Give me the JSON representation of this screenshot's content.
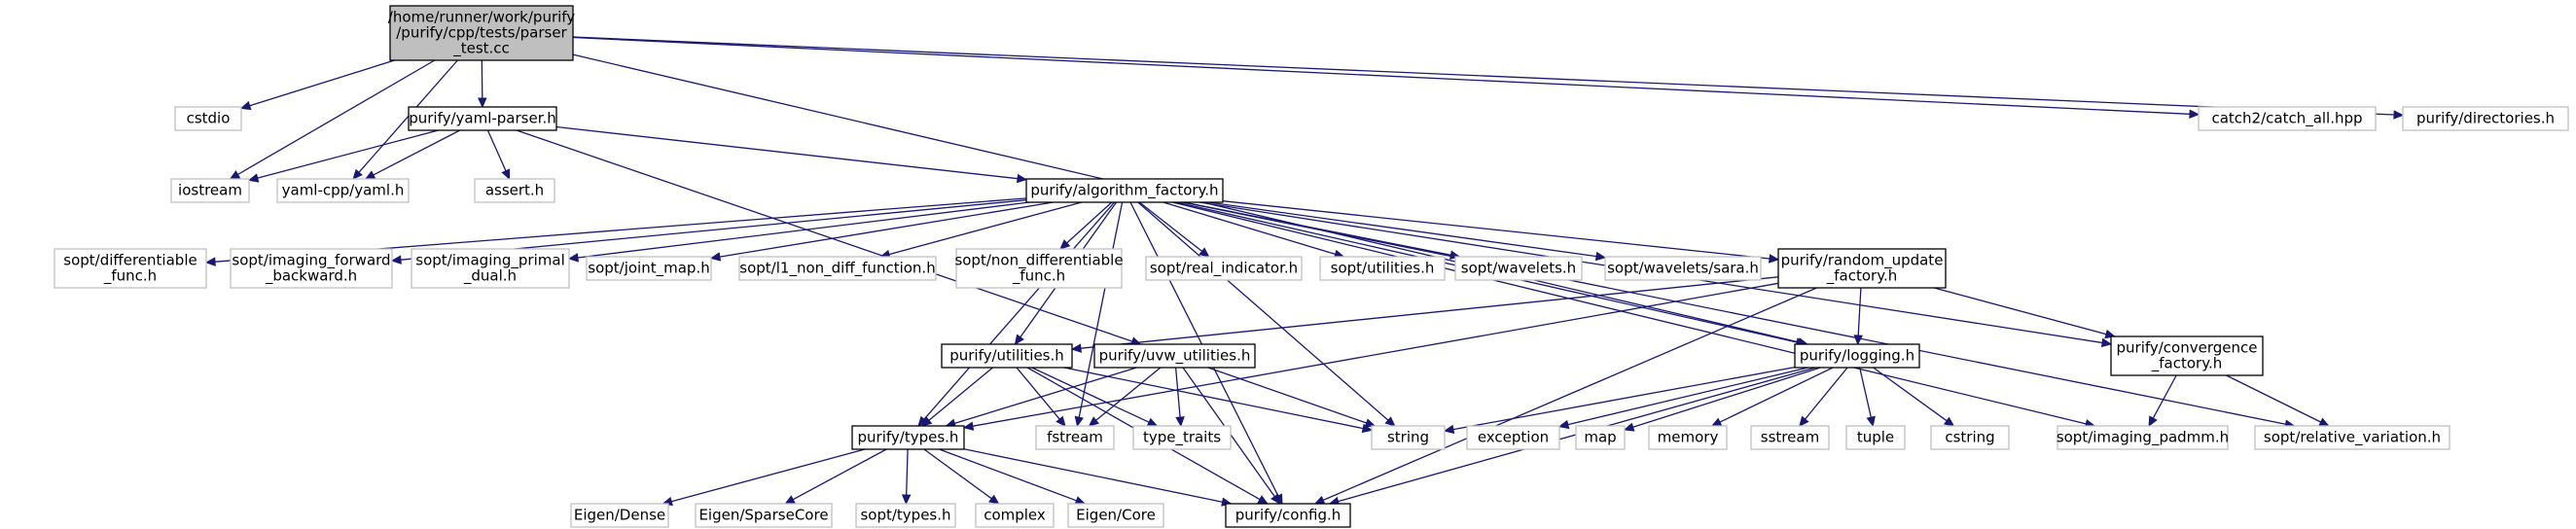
{
  "colors": {
    "edge": "#191970",
    "node_border_documented": "#000000",
    "node_border_external": "#bfbfbf",
    "root_fill": "#bfbfbf",
    "node_fill": "#ffffff"
  },
  "nodes": {
    "root": {
      "lines": [
        "/home/runner/work/purify",
        "/purify/cpp/tests/parser",
        "_test.cc"
      ],
      "kind": "root"
    },
    "cstdio": {
      "lines": [
        "cstdio"
      ],
      "kind": "external"
    },
    "yaml_parser": {
      "lines": [
        "purify/yaml-parser.h"
      ],
      "kind": "documented"
    },
    "catch2": {
      "lines": [
        "catch2/catch_all.hpp"
      ],
      "kind": "external"
    },
    "directories": {
      "lines": [
        "purify/directories.h"
      ],
      "kind": "external"
    },
    "iostream": {
      "lines": [
        "iostream"
      ],
      "kind": "external"
    },
    "yaml_cpp": {
      "lines": [
        "yaml-cpp/yaml.h"
      ],
      "kind": "external"
    },
    "assert": {
      "lines": [
        "assert.h"
      ],
      "kind": "external"
    },
    "algorithm_factory": {
      "lines": [
        "purify/algorithm_factory.h"
      ],
      "kind": "documented"
    },
    "sopt_differentiable": {
      "lines": [
        "sopt/differentiable",
        "_func.h"
      ],
      "kind": "external"
    },
    "sopt_imaging_forward": {
      "lines": [
        "sopt/imaging_forward",
        "_backward.h"
      ],
      "kind": "external"
    },
    "sopt_imaging_primal": {
      "lines": [
        "sopt/imaging_primal",
        "_dual.h"
      ],
      "kind": "external"
    },
    "sopt_joint_map": {
      "lines": [
        "sopt/joint_map.h"
      ],
      "kind": "external"
    },
    "sopt_l1": {
      "lines": [
        "sopt/l1_non_diff_function.h"
      ],
      "kind": "external"
    },
    "sopt_non_diff": {
      "lines": [
        "sopt/non_differentiable",
        "_func.h"
      ],
      "kind": "external"
    },
    "sopt_real_indicator": {
      "lines": [
        "sopt/real_indicator.h"
      ],
      "kind": "external"
    },
    "sopt_utilities": {
      "lines": [
        "sopt/utilities.h"
      ],
      "kind": "external"
    },
    "sopt_wavelets": {
      "lines": [
        "sopt/wavelets.h"
      ],
      "kind": "external"
    },
    "sopt_wavelets_sara": {
      "lines": [
        "sopt/wavelets/sara.h"
      ],
      "kind": "external"
    },
    "random_update": {
      "lines": [
        "purify/random_update",
        "_factory.h"
      ],
      "kind": "documented"
    },
    "utilities": {
      "lines": [
        "purify/utilities.h"
      ],
      "kind": "documented"
    },
    "uvw_utilities": {
      "lines": [
        "purify/uvw_utilities.h"
      ],
      "kind": "documented"
    },
    "logging": {
      "lines": [
        "purify/logging.h"
      ],
      "kind": "documented"
    },
    "convergence": {
      "lines": [
        "purify/convergence",
        "_factory.h"
      ],
      "kind": "documented"
    },
    "types": {
      "lines": [
        "purify/types.h"
      ],
      "kind": "documented"
    },
    "fstream": {
      "lines": [
        "fstream"
      ],
      "kind": "external"
    },
    "type_traits": {
      "lines": [
        "type_traits"
      ],
      "kind": "external"
    },
    "string": {
      "lines": [
        "string"
      ],
      "kind": "external"
    },
    "exception": {
      "lines": [
        "exception"
      ],
      "kind": "external"
    },
    "map": {
      "lines": [
        "map"
      ],
      "kind": "external"
    },
    "memory": {
      "lines": [
        "memory"
      ],
      "kind": "external"
    },
    "sstream": {
      "lines": [
        "sstream"
      ],
      "kind": "external"
    },
    "tuple": {
      "lines": [
        "tuple"
      ],
      "kind": "external"
    },
    "cstring": {
      "lines": [
        "cstring"
      ],
      "kind": "external"
    },
    "sopt_imaging_padmm": {
      "lines": [
        "sopt/imaging_padmm.h"
      ],
      "kind": "external"
    },
    "sopt_relative_variation": {
      "lines": [
        "sopt/relative_variation.h"
      ],
      "kind": "external"
    },
    "eigen_dense": {
      "lines": [
        "Eigen/Dense"
      ],
      "kind": "external"
    },
    "eigen_sparsecore": {
      "lines": [
        "Eigen/SparseCore"
      ],
      "kind": "external"
    },
    "sopt_types": {
      "lines": [
        "sopt/types.h"
      ],
      "kind": "external"
    },
    "complex": {
      "lines": [
        "complex"
      ],
      "kind": "external"
    },
    "eigen_core": {
      "lines": [
        "Eigen/Core"
      ],
      "kind": "external"
    },
    "config": {
      "lines": [
        "purify/config.h"
      ],
      "kind": "documented"
    }
  },
  "edges": [
    [
      "root",
      "cstdio"
    ],
    [
      "root",
      "iostream"
    ],
    [
      "root",
      "yaml_cpp"
    ],
    [
      "root",
      "yaml_parser"
    ],
    [
      "root",
      "catch2"
    ],
    [
      "root",
      "directories"
    ],
    [
      "root",
      "logging"
    ],
    [
      "yaml_parser",
      "iostream"
    ],
    [
      "yaml_parser",
      "yaml_cpp"
    ],
    [
      "yaml_parser",
      "assert"
    ],
    [
      "yaml_parser",
      "algorithm_factory"
    ],
    [
      "yaml_parser",
      "uvw_utilities"
    ],
    [
      "algorithm_factory",
      "sopt_differentiable"
    ],
    [
      "algorithm_factory",
      "sopt_imaging_forward"
    ],
    [
      "algorithm_factory",
      "sopt_imaging_primal"
    ],
    [
      "algorithm_factory",
      "sopt_joint_map"
    ],
    [
      "algorithm_factory",
      "sopt_l1"
    ],
    [
      "algorithm_factory",
      "sopt_non_diff"
    ],
    [
      "algorithm_factory",
      "sopt_real_indicator"
    ],
    [
      "algorithm_factory",
      "sopt_utilities"
    ],
    [
      "algorithm_factory",
      "sopt_wavelets"
    ],
    [
      "algorithm_factory",
      "sopt_wavelets_sara"
    ],
    [
      "algorithm_factory",
      "random_update"
    ],
    [
      "algorithm_factory",
      "types"
    ],
    [
      "algorithm_factory",
      "utilities"
    ],
    [
      "algorithm_factory",
      "fstream"
    ],
    [
      "algorithm_factory",
      "logging"
    ],
    [
      "algorithm_factory",
      "convergence"
    ],
    [
      "algorithm_factory",
      "sopt_imaging_padmm"
    ],
    [
      "algorithm_factory",
      "sopt_relative_variation"
    ],
    [
      "algorithm_factory",
      "config"
    ],
    [
      "algorithm_factory",
      "string"
    ],
    [
      "random_update",
      "types"
    ],
    [
      "random_update",
      "utilities"
    ],
    [
      "random_update",
      "logging"
    ],
    [
      "random_update",
      "convergence"
    ],
    [
      "random_update",
      "config"
    ],
    [
      "utilities",
      "types"
    ],
    [
      "utilities",
      "fstream"
    ],
    [
      "utilities",
      "type_traits"
    ],
    [
      "utilities",
      "string"
    ],
    [
      "utilities",
      "config"
    ],
    [
      "uvw_utilities",
      "types"
    ],
    [
      "uvw_utilities",
      "fstream"
    ],
    [
      "uvw_utilities",
      "type_traits"
    ],
    [
      "uvw_utilities",
      "string"
    ],
    [
      "uvw_utilities",
      "config"
    ],
    [
      "logging",
      "string"
    ],
    [
      "logging",
      "exception"
    ],
    [
      "logging",
      "map"
    ],
    [
      "logging",
      "memory"
    ],
    [
      "logging",
      "sstream"
    ],
    [
      "logging",
      "tuple"
    ],
    [
      "logging",
      "cstring"
    ],
    [
      "logging",
      "config"
    ],
    [
      "convergence",
      "sopt_imaging_padmm"
    ],
    [
      "convergence",
      "sopt_relative_variation"
    ],
    [
      "types",
      "eigen_dense"
    ],
    [
      "types",
      "eigen_sparsecore"
    ],
    [
      "types",
      "sopt_types"
    ],
    [
      "types",
      "complex"
    ],
    [
      "types",
      "eigen_core"
    ],
    [
      "types",
      "config"
    ]
  ]
}
